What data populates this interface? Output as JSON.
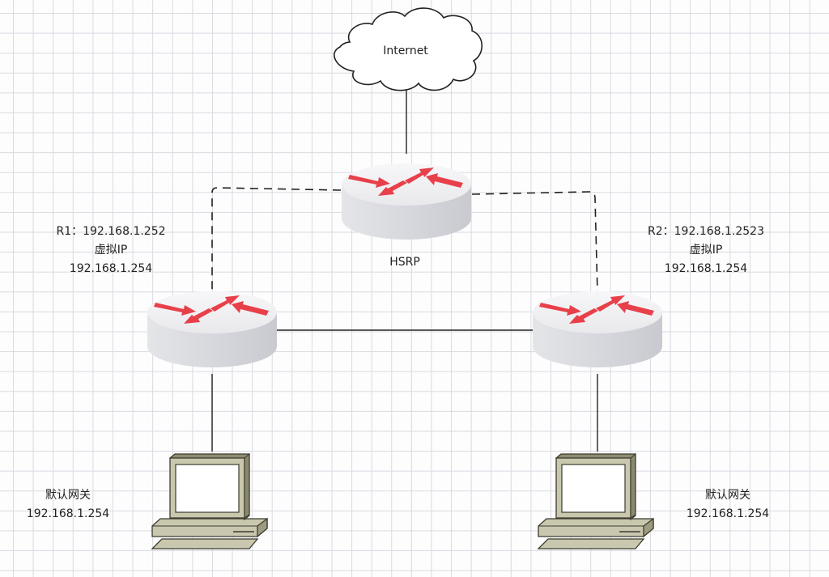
{
  "diagram": {
    "title": "HSRP network topology",
    "nodes": {
      "internet": {
        "label": "Internet",
        "type": "cloud"
      },
      "hsrp_router": {
        "label": "HSRP",
        "type": "router"
      },
      "r1": {
        "type": "router",
        "lines": [
          "R1：192.168.1.252",
          "虚拟IP",
          "192.168.1.254"
        ]
      },
      "r2": {
        "type": "router",
        "lines": [
          "R2：192.168.1.2523",
          "虚拟IP",
          "192.168.1.254"
        ]
      },
      "pc_left": {
        "type": "pc",
        "lines": [
          "默认网关",
          "192.168.1.254"
        ]
      },
      "pc_right": {
        "type": "pc",
        "lines": [
          "默认网关",
          "192.168.1.254"
        ]
      }
    },
    "links": [
      {
        "from": "internet",
        "to": "hsrp_router",
        "style": "solid"
      },
      {
        "from": "hsrp_router",
        "to": "r1",
        "style": "dashed"
      },
      {
        "from": "hsrp_router",
        "to": "r2",
        "style": "dashed"
      },
      {
        "from": "r1",
        "to": "r2",
        "style": "solid"
      },
      {
        "from": "r1",
        "to": "pc_left",
        "style": "solid"
      },
      {
        "from": "r2",
        "to": "pc_right",
        "style": "solid"
      }
    ],
    "colors": {
      "arrow": "#e8404a",
      "router_top": "#f2f2f4",
      "router_side": "#d9dadf",
      "pc_body": "#c9c7ae",
      "pc_dark": "#8c8a70",
      "line": "#222222"
    }
  }
}
